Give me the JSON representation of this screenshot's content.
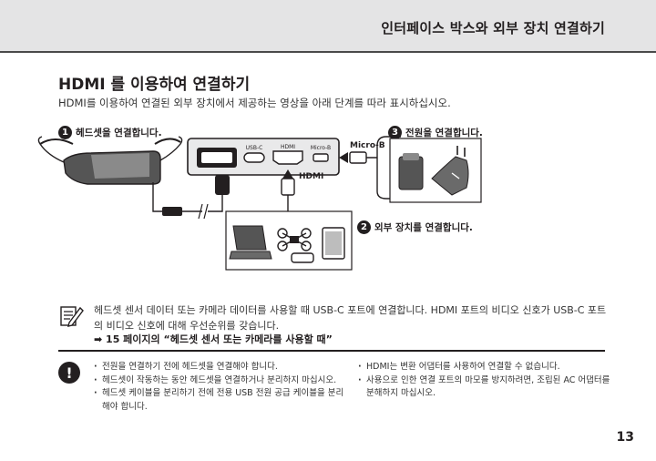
{
  "header": {
    "title": "인터페이스 박스와 외부 장치 연결하기"
  },
  "section": {
    "title": "HDMI 를 이용하여 연결하기",
    "intro": "HDMI를 이용하여 연결된 외부 장치에서 제공하는 영상을 아래 단계를 따라 표시하십시오."
  },
  "steps": [
    {
      "num": "1",
      "label": "헤드셋을 연결합니다."
    },
    {
      "num": "2",
      "label": "외부 장치를 연결합니다."
    },
    {
      "num": "3",
      "label": "전원을 연결합니다."
    }
  ],
  "diagram": {
    "ports": [
      "USB-C",
      "HDMI",
      "Micro-B"
    ],
    "callout_microb": "Micro-B",
    "callout_hdmi": "HDMI"
  },
  "note": {
    "text": "헤드셋 센서 데이터 또는 카메라 데이터를 사용할 때 USB-C 포트에 연결합니다. HDMI 포트의 비디오 신호가 USB-C 포트의 비디오 신호에 대해 우선순위를 갖습니다.",
    "link": "➡ 15 페이지의 “헤드셋 센서 또는 카메라를 사용할 때”"
  },
  "caution": {
    "left": [
      "전원을 연결하기 전에 헤드셋을 연결해야 합니다.",
      "헤드셋이 작동하는 동안 헤드셋을 연결하거나 분리하지 마십시오.",
      "헤드셋 케이블을 분리하기 전에 전용 USB 전원 공급 케이블을 분리해야 합니다."
    ],
    "right": [
      "HDMI는 변환 어댑터를 사용하여 연결할 수 없습니다.",
      "사용으로 인한 연결 포트의 마모를 방지하려면, 조립된 AC 어댑터를 분해하지 마십시오."
    ]
  },
  "page_number": "13"
}
